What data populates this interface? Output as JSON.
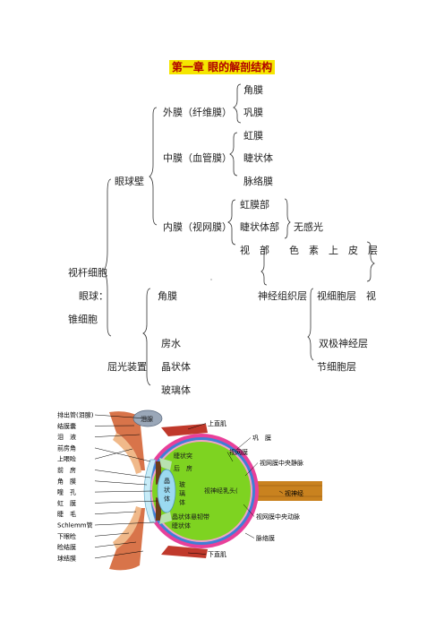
{
  "title": "第一章  眼的解剖结构",
  "tree": {
    "eyeball_wall": "眼球壁",
    "outer": "外膜（纤维膜）",
    "cornea": "角膜",
    "sclera": "巩膜",
    "middle": "中膜（血管膜）",
    "iris": "虹膜",
    "ciliary_body": "睫状体",
    "choroid": "脉络膜",
    "inner": "内膜（视网膜）",
    "iris_part": "虹膜部",
    "ciliary_part": "睫状体部",
    "no_sense": "无感光",
    "visual_part": "视　部　　色　素　上　皮　层",
    "rod_cells": "视杆细胞",
    "eyeball": "眼球：",
    "cornea2": "角膜",
    "nerve_layer": "神经组织层",
    "photoreceptor": "视细胞层　视",
    "cone_cells": "锥细胞",
    "aqueous": "房水",
    "bipolar": "双极神经层",
    "refractive": "屈光装置",
    "lens": "晶状体",
    "ganglion": "节细胞层",
    "vitreous": "玻璃体"
  },
  "diagram": {
    "left_labels": [
      "排出管(泪腺)",
      "结膜囊",
      "泪　液",
      "前房角",
      "上眼睑",
      "前　房",
      "角　膜",
      "瞳　孔",
      "虹　膜",
      "睫　毛",
      "Schlemm管",
      "下眼睑",
      "睑结膜",
      "球结膜"
    ],
    "right_labels": [
      "上直肌",
      "巩　膜",
      "视网膜",
      "视网膜中央静脉",
      "视神经",
      "视网膜中央动脉",
      "脉络膜",
      "下直肌"
    ],
    "lacrimal_gland": "泪腺",
    "inner_labels": {
      "ciliary_process": "睫状突",
      "posterior_chamber": "后　房",
      "lens": "晶\n状\n体",
      "vitreous": "玻\n璃\n体",
      "optic_disc": "视神经乳头(",
      "zonule": "晶状体悬韧带",
      "ciliary_body": "睫状体"
    },
    "colors": {
      "vitreous": "#7ed321",
      "sclera": "#e8409a",
      "choroid": "#3f7fd6",
      "optic_nerve": "#c9821f",
      "lens": "#9bd9f0",
      "iris": "#6b3d1a"
    }
  }
}
